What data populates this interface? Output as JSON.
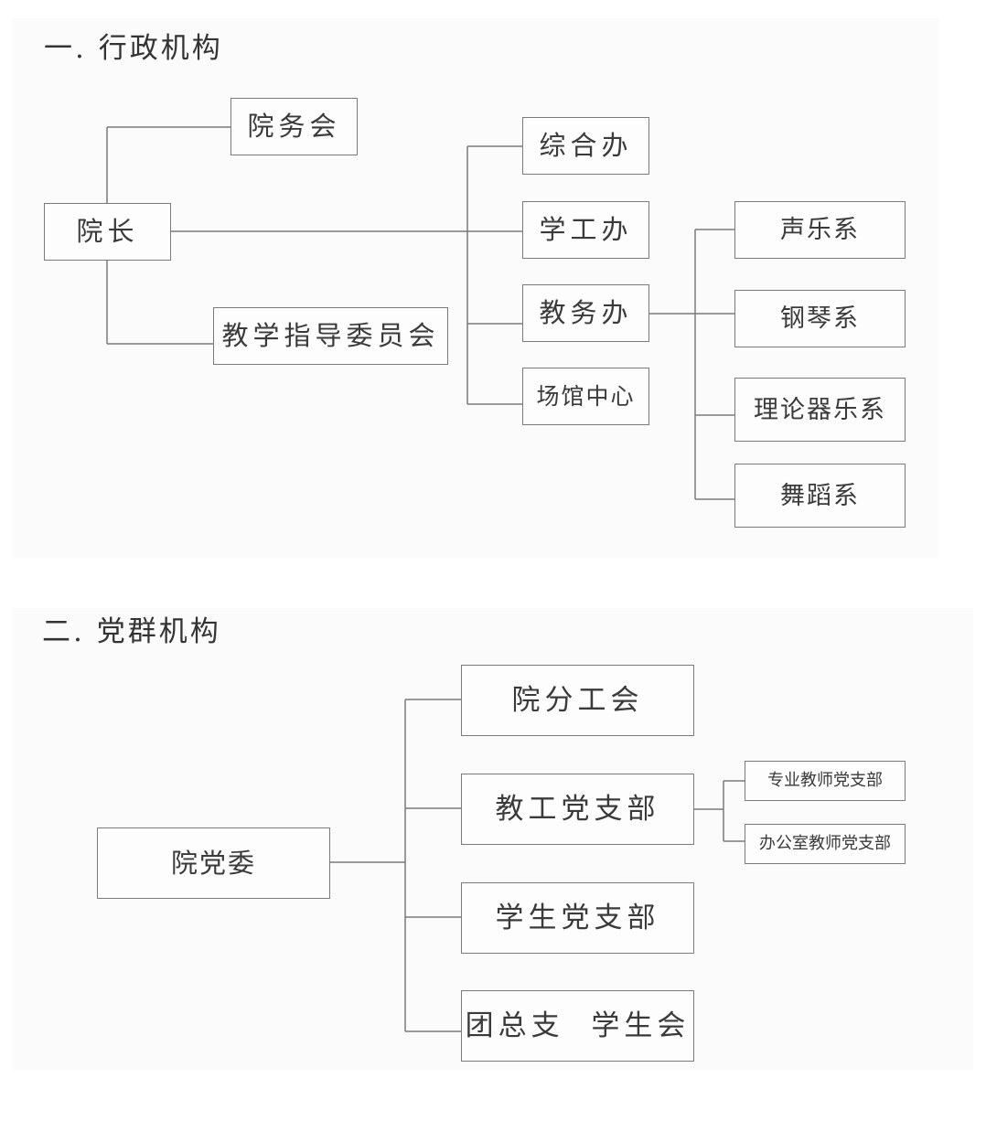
{
  "administrative": {
    "heading": "一. 行政机构",
    "president": "院长",
    "council": "院务会",
    "teaching_committee": "教学指导委员会",
    "offices": [
      "综合办",
      "学工办",
      "教务办",
      "场馆中心"
    ],
    "departments": [
      "声乐系",
      "钢琴系",
      "理论器乐系",
      "舞蹈系"
    ]
  },
  "party": {
    "heading": "二. 党群机构",
    "committee": "院党委",
    "branches": [
      "院分工会",
      "教工党支部",
      "学生党支部",
      "团总支  学生会"
    ],
    "sub_branches": [
      "专业教师党支部",
      "办公室教师党支部"
    ]
  }
}
